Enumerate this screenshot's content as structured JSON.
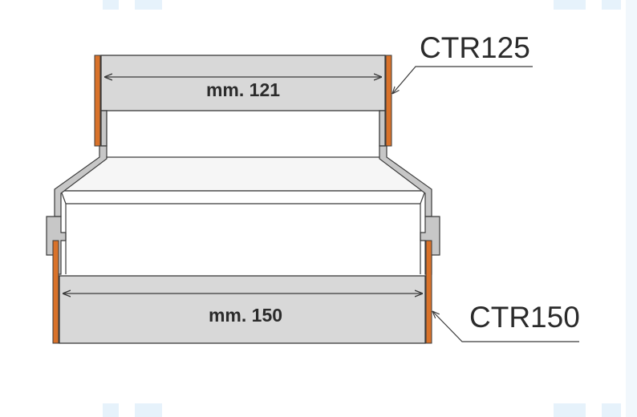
{
  "diagram": {
    "upper_pipe": {
      "code": "CTR125",
      "dimension": "mm. 121"
    },
    "lower_pipe": {
      "code": "CTR150",
      "dimension": "mm. 150"
    },
    "colors": {
      "pipe_fill": "#d8d8d8",
      "wall_fill": "#c7c7c7",
      "outline": "#3a3a3a",
      "seal_orange": "#d9722a",
      "corner_marks": "#e6f2fb",
      "edge_tint": "#f1f7fc"
    }
  }
}
